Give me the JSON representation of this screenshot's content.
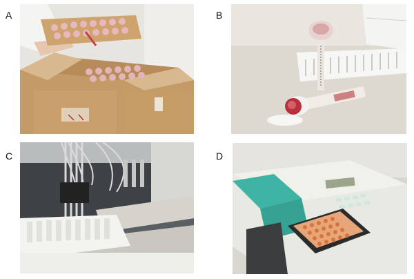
{
  "figure": {
    "panels": [
      {
        "label": "A"
      },
      {
        "label": "B"
      },
      {
        "label": "C"
      },
      {
        "label": "D"
      }
    ]
  },
  "colors": {
    "cardboard": "#c49a66",
    "cardboard_light": "#d8b98f",
    "wall": "#e7e5df",
    "tube_red": "#c2414d",
    "cap_pink": "#e2b5b8",
    "instrument_teal": "#3fb3a4",
    "instrument_body": "#e9e9e4",
    "plate_orange": "#d8743a",
    "rack_white": "#f3f3f0",
    "dark": "#2b2b2b"
  }
}
